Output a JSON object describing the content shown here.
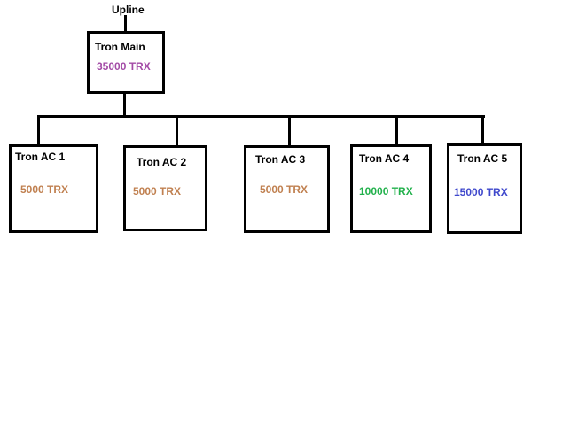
{
  "upline": {
    "label": "Upline"
  },
  "main_account": {
    "name": "Tron Main",
    "amount": "35000 TRX",
    "amount_color": "#a34ba6"
  },
  "sub_accounts": [
    {
      "name": "Tron AC 1",
      "amount": "5000 TRX",
      "amount_color": "#c08050"
    },
    {
      "name": "Tron AC 2",
      "amount": "5000 TRX",
      "amount_color": "#c08050"
    },
    {
      "name": "Tron AC 3",
      "amount": "5000 TRX",
      "amount_color": "#c08050"
    },
    {
      "name": "Tron AC 4",
      "amount": "10000 TRX",
      "amount_color": "#22b14c"
    },
    {
      "name": "Tron AC 5",
      "amount": "15000 TRX",
      "amount_color": "#3f48cc"
    }
  ]
}
